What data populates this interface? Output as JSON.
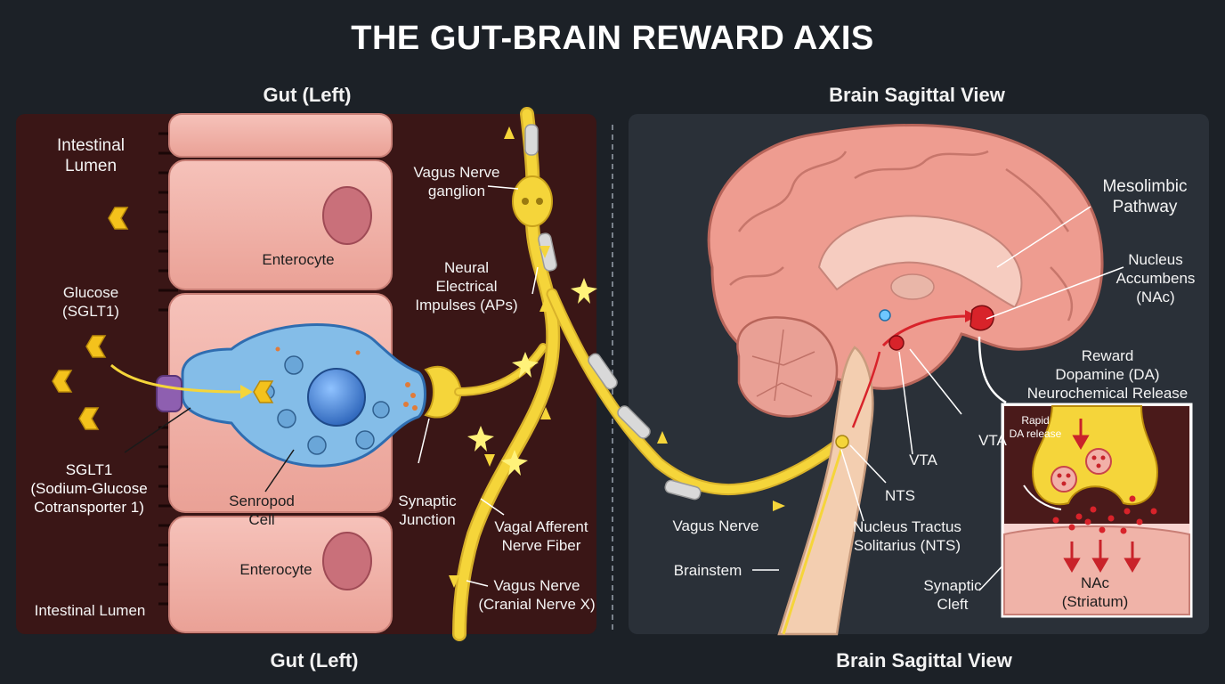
{
  "title": "THE GUT-BRAIN REWARD AXIS",
  "sections": {
    "gut_top": "Gut (Left)",
    "brain_top": "Brain Sagittal View",
    "gut_bottom": "Gut (Left)",
    "brain_bottom": "Brain Sagittal View"
  },
  "labels": {
    "intestinal_lumen_top": "Intestinal\nLumen",
    "enterocyte_top": "Enterocyte",
    "glucose": "Glucose\n(SGLT1)",
    "sglt1": "SGLT1\n(Sodium-Glucose\nCotransporter 1)",
    "senropod_cell": "Senropod\nCell",
    "enterocyte_bottom": "Enterocyte",
    "intestinal_lumen_bottom": "Intestinal Lumen",
    "vagus_ganglion": "Vagus Nerve\nganglion",
    "neural_impulses": "Neural\nElectrical\nImpulses (APs)",
    "synaptic_junction": "Synaptic\nJunction",
    "vagal_afferent": "Vagal Afferent\nNerve Fiber",
    "vagus_cranial": "Vagus Nerve\n(Cranial Nerve X)",
    "mesolimbic": "Mesolimbic\nPathway",
    "nucleus_accumbens": "Nucleus\nAccumbens\n(NAc)",
    "reward_release": "Reward\nDopamine (DA)\nNeurochemical Release",
    "vta_right": "VTA",
    "vta_left": "VTA",
    "nts": "NTS",
    "nucleus_tractus": "Nucleus Tractus\nSolitarius (NTS)",
    "vagus_nerve": "Vagus Nerve",
    "brainstem": "Brainstem",
    "synaptic_cleft": "Synaptic\nCleft",
    "rapid_da": "Rapid\nDA release",
    "nac_striatum": "NAc\n(Striatum)"
  },
  "colors": {
    "background": "#1c2127",
    "gut_panel": "#3a1616",
    "brain_panel": "#2a3038",
    "enterocyte": "#f2b0a8",
    "senropod": "#7fb9e6",
    "nerve": "#f5d53a",
    "glucose": "#f4c21c",
    "brain": "#ee9c90",
    "dopamine": "#d8232a"
  }
}
